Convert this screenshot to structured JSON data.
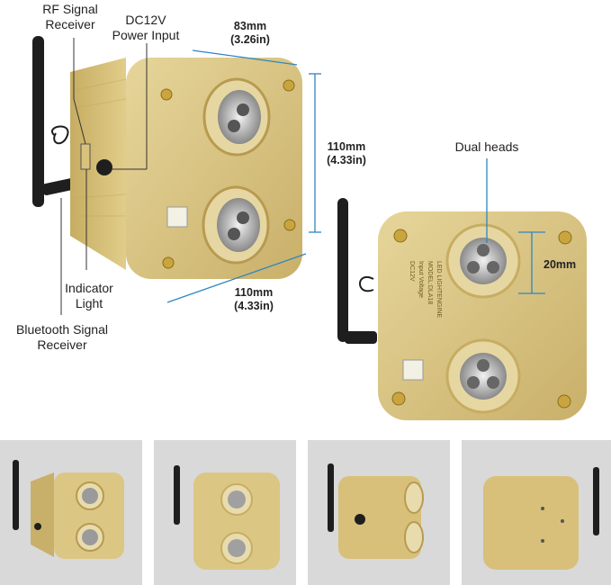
{
  "labels": {
    "rf_signal_receiver": [
      "RF Signal",
      "Receiver"
    ],
    "power_input": [
      "DC12V",
      "Power Input"
    ],
    "indicator_light": [
      "Indicator",
      "Light"
    ],
    "bluetooth_receiver": [
      "Bluetooth Signal",
      "Receiver"
    ],
    "dual_heads": "Dual heads"
  },
  "dimensions": {
    "width": [
      "83mm",
      "(3.26in)"
    ],
    "height": [
      "110mm",
      "(4.33in)"
    ],
    "depth": [
      "110mm",
      "(4.33in)"
    ],
    "head_size": "20mm"
  },
  "device_plate": [
    "LED LIGHTENGINE",
    "MODEL:DLA18",
    "Input Voltage",
    "DC12V"
  ],
  "colors": {
    "gold": "#d8c078",
    "gold_dark": "#b8a05a",
    "dimension_line": "#2e86c1",
    "callout_line": "#333333",
    "thumb_bg": "#d9d9d9"
  },
  "thumbnails": [
    "front-angled-view",
    "front-view",
    "side-view",
    "back-view"
  ]
}
